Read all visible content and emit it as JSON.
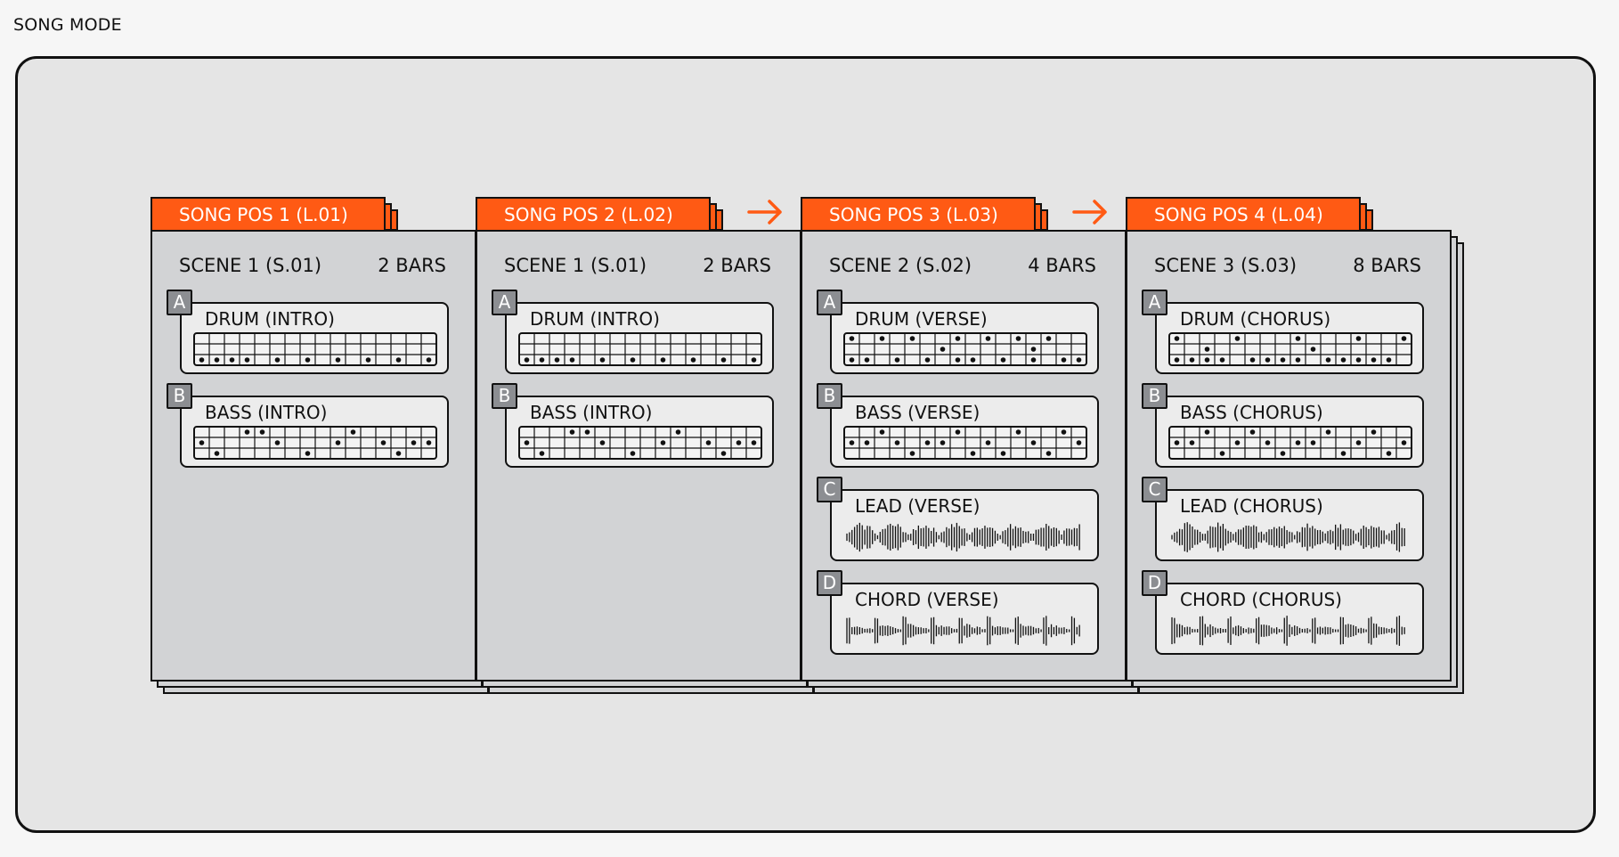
{
  "title": "SONG MODE",
  "accent_color": "#ff5a14",
  "positions": [
    {
      "tab": "SONG POS 1 (L.01)",
      "scene": "SCENE 1 (S.01)",
      "bars": "2 BARS",
      "arrow_before": false,
      "tracks": [
        {
          "letter": "A",
          "name": "DRUM (INTRO)",
          "kind": "steps",
          "rows": 3,
          "cols": 16,
          "dots": [
            [
              0,
              2
            ],
            [
              1,
              5
            ],
            [
              2,
              7
            ],
            [
              3,
              2
            ],
            [
              5,
              2
            ],
            [
              7,
              2
            ],
            [
              9,
              2
            ],
            [
              11,
              2
            ],
            [
              13,
              2
            ],
            [
              15,
              2
            ]
          ]
        },
        {
          "letter": "B",
          "name": "BASS (INTRO)",
          "kind": "steps",
          "rows": 3,
          "cols": 16,
          "dots": [
            [
              0,
              1
            ],
            [
              1,
              2
            ],
            [
              3,
              0
            ],
            [
              4,
              0
            ],
            [
              5,
              1
            ],
            [
              7,
              2
            ],
            [
              9,
              1
            ],
            [
              10,
              0
            ],
            [
              12,
              1
            ],
            [
              13,
              2
            ],
            [
              14,
              1
            ],
            [
              15,
              1
            ]
          ]
        }
      ]
    },
    {
      "tab": "SONG POS 2 (L.02)",
      "scene": "SCENE 1 (S.01)",
      "bars": "2 BARS",
      "arrow_before": false,
      "tracks": [
        {
          "letter": "A",
          "name": "DRUM (INTRO)",
          "kind": "steps",
          "rows": 3,
          "cols": 16,
          "dots": [
            [
              0,
              2
            ],
            [
              1,
              5
            ],
            [
              2,
              7
            ],
            [
              3,
              2
            ],
            [
              5,
              2
            ],
            [
              7,
              2
            ],
            [
              9,
              2
            ],
            [
              11,
              2
            ],
            [
              13,
              2
            ],
            [
              15,
              2
            ]
          ]
        },
        {
          "letter": "B",
          "name": "BASS (INTRO)",
          "kind": "steps",
          "rows": 3,
          "cols": 16,
          "dots": [
            [
              0,
              1
            ],
            [
              1,
              2
            ],
            [
              3,
              0
            ],
            [
              4,
              0
            ],
            [
              5,
              1
            ],
            [
              7,
              2
            ],
            [
              9,
              1
            ],
            [
              10,
              0
            ],
            [
              12,
              1
            ],
            [
              13,
              2
            ],
            [
              14,
              1
            ],
            [
              15,
              1
            ]
          ]
        }
      ]
    },
    {
      "tab": "SONG POS 3 (L.03)",
      "scene": "SCENE 2 (S.02)",
      "bars": "4 BARS",
      "arrow_before": true,
      "tracks": [
        {
          "letter": "A",
          "name": "DRUM (VERSE)",
          "kind": "steps",
          "rows": 3,
          "cols": 16,
          "dots": [
            [
              0,
              0
            ],
            [
              0,
              2
            ],
            [
              1,
              2
            ],
            [
              2,
              0
            ],
            [
              3,
              2
            ],
            [
              4,
              0
            ],
            [
              5,
              2
            ],
            [
              6,
              1
            ],
            [
              7,
              0
            ],
            [
              7,
              2
            ],
            [
              8,
              2
            ],
            [
              9,
              0
            ],
            [
              10,
              2
            ],
            [
              11,
              0
            ],
            [
              12,
              1
            ],
            [
              12,
              2
            ],
            [
              13,
              0
            ],
            [
              14,
              2
            ],
            [
              15,
              2
            ]
          ]
        },
        {
          "letter": "B",
          "name": "BASS (VERSE)",
          "kind": "steps",
          "rows": 3,
          "cols": 16,
          "dots": [
            [
              0,
              1
            ],
            [
              1,
              1
            ],
            [
              2,
              0
            ],
            [
              3,
              1
            ],
            [
              4,
              2
            ],
            [
              5,
              1
            ],
            [
              6,
              1
            ],
            [
              7,
              0
            ],
            [
              8,
              2
            ],
            [
              9,
              1
            ],
            [
              10,
              2
            ],
            [
              11,
              0
            ],
            [
              12,
              1
            ],
            [
              13,
              2
            ],
            [
              14,
              0
            ],
            [
              15,
              1
            ]
          ]
        },
        {
          "letter": "C",
          "name": "LEAD (VERSE)",
          "kind": "wave"
        },
        {
          "letter": "D",
          "name": "CHORD (VERSE)",
          "kind": "wave2"
        }
      ]
    },
    {
      "tab": "SONG POS 4 (L.04)",
      "scene": "SCENE 3 (S.03)",
      "bars": "8 BARS",
      "arrow_before": true,
      "tracks": [
        {
          "letter": "A",
          "name": "DRUM (CHORUS)",
          "kind": "steps",
          "rows": 3,
          "cols": 16,
          "dots": [
            [
              0,
              0
            ],
            [
              0,
              2
            ],
            [
              1,
              2
            ],
            [
              2,
              1
            ],
            [
              2,
              2
            ],
            [
              3,
              2
            ],
            [
              4,
              0
            ],
            [
              5,
              2
            ],
            [
              6,
              2
            ],
            [
              7,
              2
            ],
            [
              8,
              0
            ],
            [
              8,
              2
            ],
            [
              9,
              1
            ],
            [
              10,
              2
            ],
            [
              11,
              2
            ],
            [
              12,
              0
            ],
            [
              12,
              2
            ],
            [
              13,
              2
            ],
            [
              14,
              2
            ],
            [
              15,
              0
            ]
          ]
        },
        {
          "letter": "B",
          "name": "BASS (CHORUS)",
          "kind": "steps",
          "rows": 3,
          "cols": 16,
          "dots": [
            [
              0,
              1
            ],
            [
              1,
              1
            ],
            [
              2,
              0
            ],
            [
              3,
              2
            ],
            [
              4,
              1
            ],
            [
              5,
              0
            ],
            [
              6,
              1
            ],
            [
              7,
              2
            ],
            [
              8,
              1
            ],
            [
              9,
              1
            ],
            [
              10,
              0
            ],
            [
              11,
              2
            ],
            [
              12,
              1
            ],
            [
              13,
              0
            ],
            [
              14,
              2
            ],
            [
              15,
              1
            ]
          ]
        },
        {
          "letter": "C",
          "name": "LEAD (CHORUS)",
          "kind": "wave"
        },
        {
          "letter": "D",
          "name": "CHORD (CHORUS)",
          "kind": "wave2"
        }
      ]
    }
  ]
}
